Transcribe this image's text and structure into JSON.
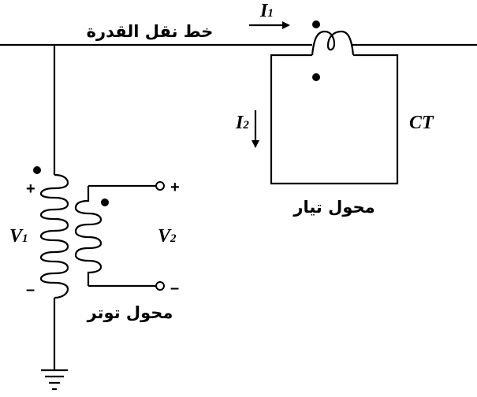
{
  "labels": {
    "power_line": "خط نقل القدرة",
    "current_transformer": "محول تيار",
    "voltage_transformer": "محول توتر",
    "ct": "CT",
    "i1_letter": "I",
    "i1_sub": "1",
    "i2_letter": "I",
    "i2_sub": "2",
    "v1_letter": "V",
    "v1_sub": "1",
    "v2_letter": "V",
    "v2_sub": "2",
    "plus": "+",
    "minus": "–"
  }
}
